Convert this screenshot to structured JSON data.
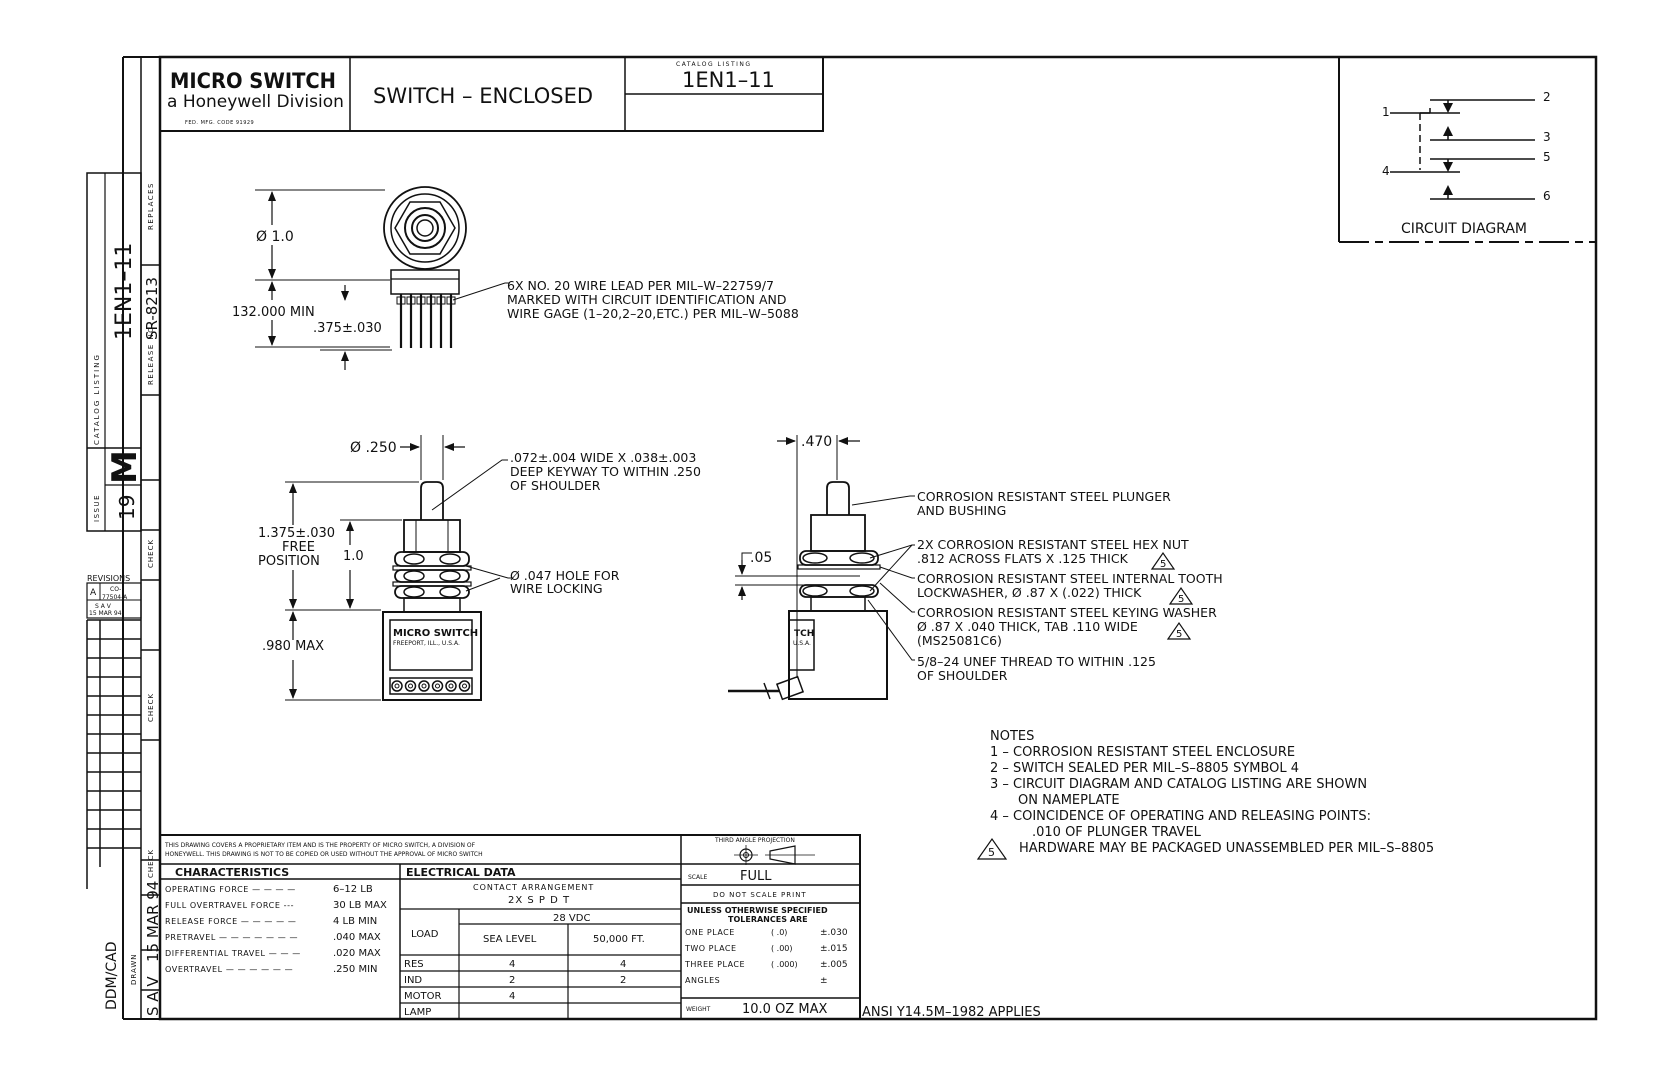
{
  "title_block": {
    "company": "MICRO SWITCH",
    "division": "a Honeywell Division",
    "fed_code": "FED. MFG. CODE 91929",
    "title": "SWITCH – ENCLOSED",
    "catalog_listing_label": "CATALOG LISTING",
    "catalog_listing": "1EN1–11"
  },
  "side_strip": {
    "replaces_label": "REPLACES",
    "release_no_label": "RELEASE NO.",
    "release_no": "SR-8213",
    "catalog_listing_label": "CATALOG LISTING",
    "catalog_listing": "1EN1–11",
    "issue_label": "ISSUE",
    "issue_value": "19",
    "issue_letter": "M",
    "check_label_1": "CHECK",
    "check_label_2": "CHECK",
    "check_label_3": "CHECK",
    "drawn_label": "DRAWN",
    "drawn_by": "S A V",
    "drawn_date": "15 MAR 94",
    "ddm_cad": "DDM/CAD"
  },
  "revisions": {
    "label": "REVISIONS",
    "rev_letter": "A",
    "rev_co": "CO-",
    "rev_no": "77504-A",
    "rev_by": "S A V",
    "rev_date": "15 MAR 94"
  },
  "circuit_diagram": {
    "label": "CIRCUIT DIAGRAM",
    "terminals": [
      "1",
      "2",
      "3",
      "4",
      "5",
      "6"
    ]
  },
  "top_view": {
    "diameter": "Ø 1.0",
    "length_min": "132.000  MIN",
    "lead_spacing": ".375±.030",
    "wire_note_1": "6X NO. 20 WIRE LEAD PER MIL–W–22759/7",
    "wire_note_2": "MARKED WITH CIRCUIT IDENTIFICATION AND",
    "wire_note_3": "WIRE GAGE (1–20,2–20,ETC.) PER MIL–W–5088"
  },
  "front_view": {
    "plunger_dia": "Ø .250",
    "keyway_1": ".072±.004 WIDE X .038±.003",
    "keyway_2": "DEEP KEYWAY TO WITHIN .250",
    "keyway_3": "OF SHOULDER",
    "free_pos_1": "1.375±.030",
    "free_pos_2": "FREE",
    "free_pos_3": "POSITION",
    "bushing_len": "1.0",
    "hole_1": "Ø .047 HOLE FOR",
    "hole_2": "WIRE LOCKING",
    "body_max": ".980 MAX",
    "nameplate_1": "MICRO SWITCH",
    "nameplate_2": "FREEPORT, ILL., U.S.A."
  },
  "side_view": {
    "width": ".470",
    "gap": ".05",
    "nameplate_1": "TCH",
    "nameplate_2": "U.S.A.",
    "callout_1a": "CORROSION RESISTANT STEEL PLUNGER",
    "callout_1b": "AND BUSHING",
    "callout_2a": "2X CORROSION RESISTANT STEEL HEX NUT",
    "callout_2b": ".812 ACROSS FLATS X .125 THICK",
    "callout_3a": "CORROSION RESISTANT STEEL INTERNAL TOOTH",
    "callout_3b": "LOCKWASHER, Ø .87 X (.022) THICK",
    "callout_4a": "CORROSION RESISTANT STEEL KEYING WASHER",
    "callout_4b": "Ø .87 X .040 THICK, TAB .110 WIDE",
    "callout_4c": "(MS25081C6)",
    "callout_5a": "5/8–24 UNEF THREAD TO WITHIN .125",
    "callout_5b": "OF SHOULDER",
    "flag_note": "5"
  },
  "notes": {
    "heading": "NOTES",
    "n1": "1 – CORROSION RESISTANT STEEL ENCLOSURE",
    "n2": "2 – SWITCH SEALED PER MIL–S–8805 SYMBOL 4",
    "n3a": "3 –  CIRCUIT DIAGRAM AND CATALOG LISTING ARE SHOWN",
    "n3b": "ON NAMEPLATE",
    "n4a": "4 –  COINCIDENCE OF OPERATING AND RELEASING POINTS:",
    "n4b": ".010 OF PLUNGER TRAVEL",
    "n5_flag": "5",
    "n5": "HARDWARE MAY BE PACKAGED UNASSEMBLED PER MIL–S–8805"
  },
  "proprietary": {
    "line1": "THIS DRAWING COVERS A PROPRIETARY ITEM AND IS THE PROPERTY OF MICRO SWITCH, A DIVISION OF",
    "line2": "HONEYWELL. THIS DRAWING IS NOT TO BE COPIED OR USED WITHOUT THE APPROVAL OF MICRO SWITCH"
  },
  "projection": {
    "label": "THIRD ANGLE PROJECTION"
  },
  "characteristics": {
    "heading": "CHARACTERISTICS",
    "rows": [
      {
        "label": "OPERATING FORCE — — — —",
        "value": "6–12 LB"
      },
      {
        "label": "FULL OVERTRAVEL FORCE ---",
        "value": "30 LB MAX"
      },
      {
        "label": "RELEASE FORCE — — — — —",
        "value": "4 LB MIN"
      },
      {
        "label": "PRETRAVEL — — — — — — —",
        "value": ".040 MAX"
      },
      {
        "label": "DIFFERENTIAL TRAVEL — — —",
        "value": ".020 MAX"
      },
      {
        "label": "OVERTRAVEL — — — — — —",
        "value": ".250 MIN"
      }
    ]
  },
  "electrical": {
    "heading": "ELECTRICAL DATA",
    "contact_label": "CONTACT ARRANGEMENT",
    "contact_value": "2X S P D T",
    "voltage": "28 VDC",
    "load_label": "LOAD",
    "col_sea": "SEA LEVEL",
    "col_alt": "50,000 FT.",
    "rows": [
      {
        "load": "RES",
        "sea": "4",
        "alt": "4"
      },
      {
        "load": "IND",
        "sea": "2",
        "alt": "2"
      },
      {
        "load": "MOTOR",
        "sea": "4",
        "alt": ""
      },
      {
        "load": "LAMP",
        "sea": "",
        "alt": ""
      }
    ]
  },
  "tolerances": {
    "scale_label": "SCALE",
    "scale_value": "FULL",
    "do_not_scale": "DO NOT SCALE PRINT",
    "heading_1": "UNLESS OTHERWISE SPECIFIED",
    "heading_2": "TOLERANCES ARE",
    "rows": [
      {
        "label": "ONE PLACE",
        "fmt": "( .0)",
        "tol": "±.030"
      },
      {
        "label": "TWO PLACE",
        "fmt": "( .00)",
        "tol": "±.015"
      },
      {
        "label": "THREE PLACE",
        "fmt": "( .000)",
        "tol": "±.005"
      },
      {
        "label": "ANGLES",
        "fmt": "",
        "tol": "±"
      }
    ],
    "weight_label": "WEIGHT",
    "weight_value": "10.0 OZ MAX"
  },
  "ansi": "ANSI Y14.5M–1982 APPLIES"
}
